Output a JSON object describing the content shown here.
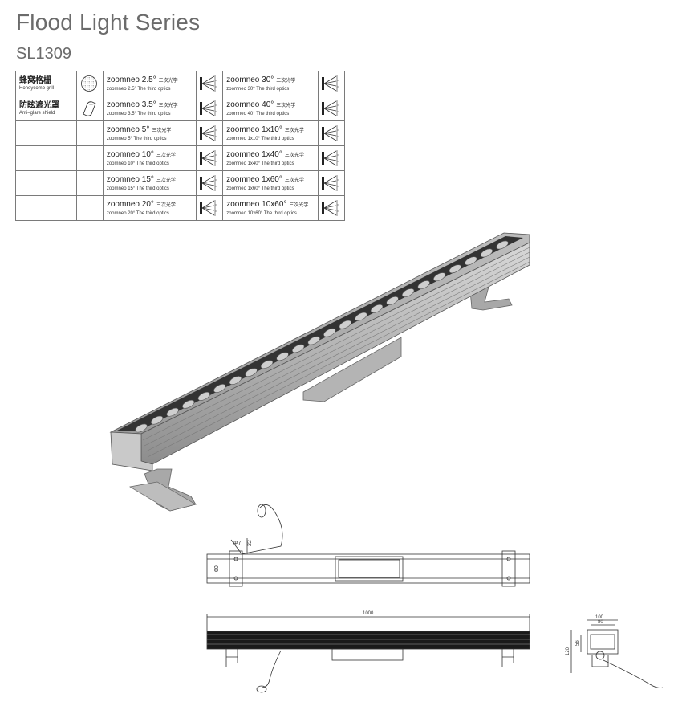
{
  "header": {
    "title": "Flood Light Series",
    "model": "SL1309"
  },
  "accessories": [
    {
      "zh": "蜂窝格栅",
      "en": "Honeycomb grill",
      "icon": "honeycomb-icon"
    },
    {
      "zh": "防眩遮光罩",
      "en": "Anti–glare shield",
      "icon": "glare-shield-icon"
    }
  ],
  "optics": [
    [
      {
        "n1": "zoomneo 2.5°",
        "cn": "三次光学",
        "n2": "zoomneo 2.5°  The third optics"
      },
      {
        "n1": "zoomneo 30°",
        "cn": "三次光学",
        "n2": "zoomneo 30°  The third optics"
      }
    ],
    [
      {
        "n1": "zoomneo 3.5°",
        "cn": "三次光学",
        "n2": "zoomneo 3.5°  The third optics"
      },
      {
        "n1": "zoomneo 40°",
        "cn": "三次光学",
        "n2": "zoomneo 40°  The third optics"
      }
    ],
    [
      {
        "n1": "zoomneo 5°",
        "cn": "三次光学",
        "n2": "zoomneo 5°  The third optics"
      },
      {
        "n1": "zoomneo 1x10°",
        "cn": "三次光学",
        "n2": "zoomneo 1x10°  The third optics"
      }
    ],
    [
      {
        "n1": "zoomneo 10°",
        "cn": "三次光学",
        "n2": "zoomneo 10°  The third optics"
      },
      {
        "n1": "zoomneo 1x40°",
        "cn": "三次光学",
        "n2": "zoomneo 1x40°  The third optics"
      }
    ],
    [
      {
        "n1": "zoomneo 15°",
        "cn": "三次光学",
        "n2": "zoomneo 15°  The third optics"
      },
      {
        "n1": "zoomneo 1x60°",
        "cn": "三次光学",
        "n2": "zoomneo 1x60°  The third optics"
      }
    ],
    [
      {
        "n1": "zoomneo 20°",
        "cn": "三次光学",
        "n2": "zoomneo 20°  The third optics"
      },
      {
        "n1": "zoomneo 10x60°",
        "cn": "三次光学",
        "n2": "zoomneo 10x60°  The third optics"
      }
    ]
  ],
  "dimensions": {
    "mount_hole": "Φ7",
    "mount_offset": "22",
    "side_offset": "60",
    "length": "1000",
    "width_outer": "100",
    "width_inner": "80",
    "height": "120",
    "base_h": "56"
  }
}
